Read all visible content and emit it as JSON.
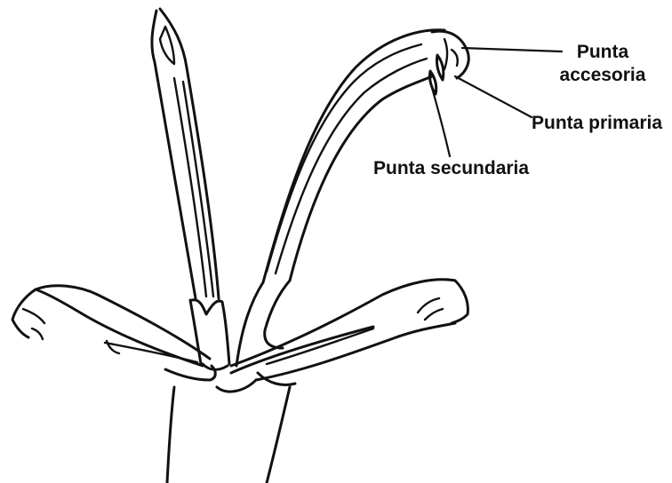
{
  "diagram": {
    "labels": {
      "accessory_tip": [
        "Punta",
        "accesoria"
      ],
      "primary_tip": "Punta primaria",
      "secondary_tip": "Punta secundaria"
    },
    "colors": {
      "ink": "#111111",
      "background": "#ffffff"
    }
  }
}
